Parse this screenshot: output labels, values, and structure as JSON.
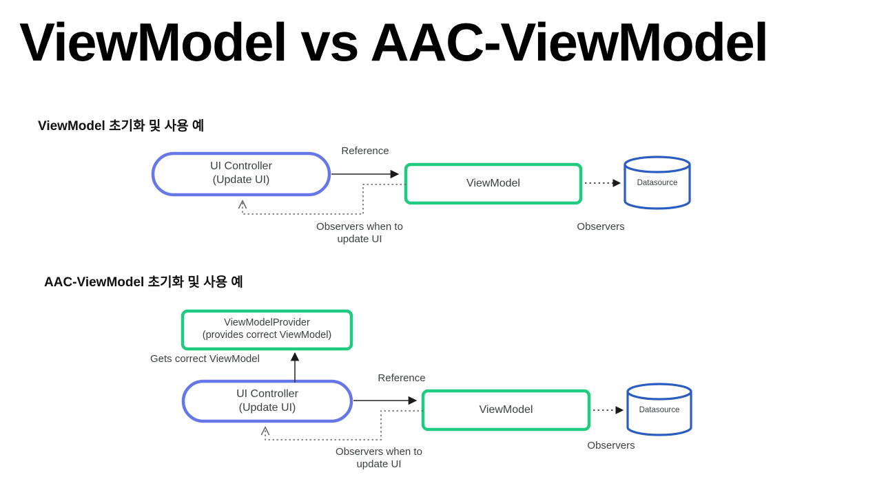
{
  "slide": {
    "title": "ViewModel vs AAC-ViewModel",
    "background_color": "#ffffff",
    "text_color": "#3c4043"
  },
  "colors": {
    "ui_controller_blue": "#6678e8",
    "viewmodel_green": "#1ecb80",
    "datasource_blue": "#2b5cbf",
    "arrow_solid": "#434343",
    "arrow_dotted": "#5f6368",
    "title_black": "#000000"
  },
  "sections": [
    {
      "id": "section-viewmodel",
      "heading": "ViewModel 초기화 및 사용 예",
      "nodes": [
        {
          "id": "ui-controller-1",
          "shape": "stadium",
          "color": "#6678e8",
          "line1": "UI Controller",
          "line2": "(Update UI)"
        },
        {
          "id": "viewmodel-1",
          "shape": "rounded-rect",
          "color": "#1ecb80",
          "line1": "ViewModel",
          "line2": ""
        },
        {
          "id": "datasource-1",
          "shape": "cylinder",
          "color": "#2b5cbf",
          "line1": "Datasource",
          "line2": ""
        }
      ],
      "edges": [
        {
          "id": "edge-reference-1",
          "label": "Reference",
          "style": "solid",
          "from": "ui-controller-1",
          "to": "viewmodel-1"
        },
        {
          "id": "edge-observers-ui-1",
          "label_line1": "Observers when to",
          "label_line2": "update UI",
          "style": "dotted",
          "from": "viewmodel-1",
          "to": "ui-controller-1"
        },
        {
          "id": "edge-observers-1",
          "label": "Observers",
          "style": "dotted",
          "from": "viewmodel-1",
          "to": "datasource-1"
        }
      ]
    },
    {
      "id": "section-aac-viewmodel",
      "heading": "AAC-ViewModel 초기화 및 사용 예",
      "nodes": [
        {
          "id": "viewmodelprovider",
          "shape": "rounded-rect",
          "color": "#1ecb80",
          "line1": "ViewModelProvider",
          "line2": "(provides correct ViewModel)"
        },
        {
          "id": "ui-controller-2",
          "shape": "stadium",
          "color": "#6678e8",
          "line1": "UI Controller",
          "line2": "(Update UI)"
        },
        {
          "id": "viewmodel-2",
          "shape": "rounded-rect",
          "color": "#1ecb80",
          "line1": "ViewModel",
          "line2": ""
        },
        {
          "id": "datasource-2",
          "shape": "cylinder",
          "color": "#2b5cbf",
          "line1": "Datasource",
          "line2": ""
        }
      ],
      "edges": [
        {
          "id": "edge-gets-correct-viewmodel",
          "label": "Gets correct ViewModel",
          "style": "solid",
          "from": "ui-controller-2",
          "to": "viewmodelprovider"
        },
        {
          "id": "edge-reference-2",
          "label": "Reference",
          "style": "solid",
          "from": "ui-controller-2",
          "to": "viewmodel-2"
        },
        {
          "id": "edge-observers-ui-2",
          "label_line1": "Observers when to",
          "label_line2": "update UI",
          "style": "dotted",
          "from": "viewmodel-2",
          "to": "ui-controller-2"
        },
        {
          "id": "edge-observers-2",
          "label": "Observers",
          "style": "dotted",
          "from": "viewmodel-2",
          "to": "datasource-2"
        }
      ]
    }
  ]
}
